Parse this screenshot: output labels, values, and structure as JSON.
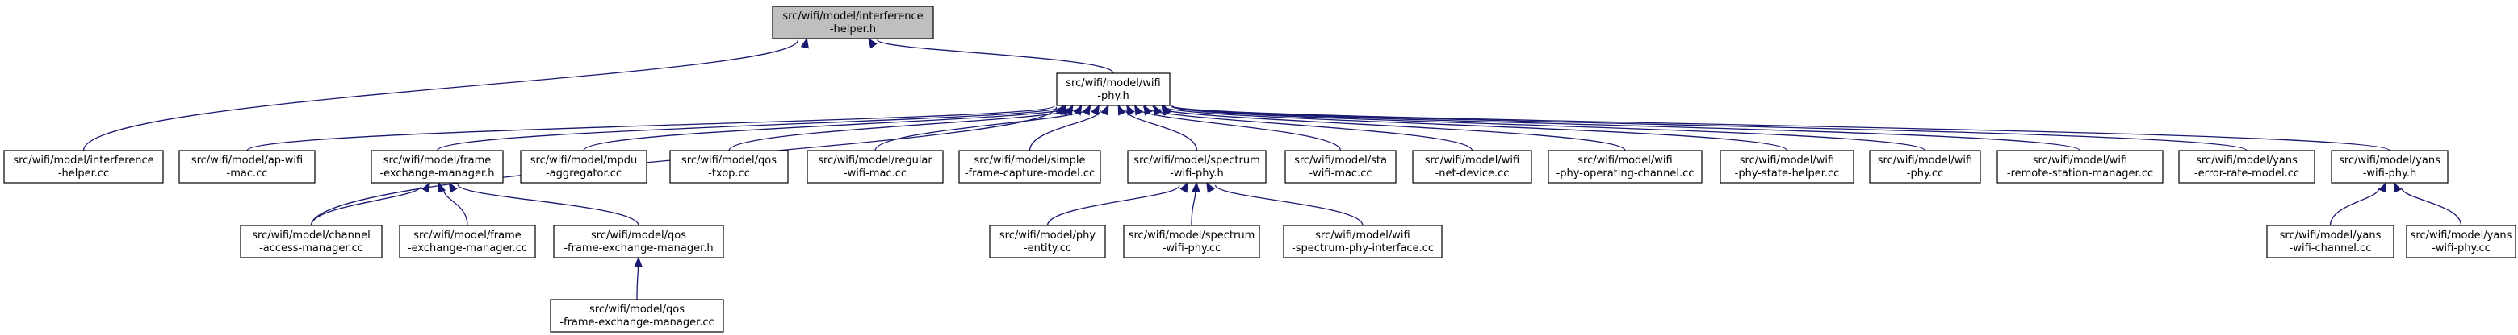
{
  "colors": {
    "edge": "#191970",
    "root_fill": "#bfbfbf",
    "node_fill": "#ffffff",
    "border": "#000000"
  },
  "nodes": [
    {
      "id": "interference-helper-h",
      "lines": [
        "src/wifi/model/interference",
        "-helper.h"
      ],
      "root": true
    },
    {
      "id": "wifi-phy-h",
      "lines": [
        "src/wifi/model/wifi",
        "-phy.h"
      ]
    },
    {
      "id": "interference-helper-cc",
      "lines": [
        "src/wifi/model/interference",
        "-helper.cc"
      ]
    },
    {
      "id": "ap-wifi-mac-cc",
      "lines": [
        "src/wifi/model/ap-wifi",
        "-mac.cc"
      ]
    },
    {
      "id": "frame-exchange-manager-h",
      "lines": [
        "src/wifi/model/frame",
        "-exchange-manager.h"
      ]
    },
    {
      "id": "mpdu-aggregator-cc",
      "lines": [
        "src/wifi/model/mpdu",
        "-aggregator.cc"
      ]
    },
    {
      "id": "qos-txop-cc",
      "lines": [
        "src/wifi/model/qos",
        "-txop.cc"
      ]
    },
    {
      "id": "regular-wifi-mac-cc",
      "lines": [
        "src/wifi/model/regular",
        "-wifi-mac.cc"
      ]
    },
    {
      "id": "simple-frame-capture-model-cc",
      "lines": [
        "src/wifi/model/simple",
        "-frame-capture-model.cc"
      ]
    },
    {
      "id": "spectrum-wifi-phy-h",
      "lines": [
        "src/wifi/model/spectrum",
        "-wifi-phy.h"
      ]
    },
    {
      "id": "sta-wifi-mac-cc",
      "lines": [
        "src/wifi/model/sta",
        "-wifi-mac.cc"
      ]
    },
    {
      "id": "wifi-net-device-cc",
      "lines": [
        "src/wifi/model/wifi",
        "-net-device.cc"
      ]
    },
    {
      "id": "wifi-phy-operating-channel-cc",
      "lines": [
        "src/wifi/model/wifi",
        "-phy-operating-channel.cc"
      ]
    },
    {
      "id": "wifi-phy-state-helper-cc",
      "lines": [
        "src/wifi/model/wifi",
        "-phy-state-helper.cc"
      ]
    },
    {
      "id": "wifi-phy-cc",
      "lines": [
        "src/wifi/model/wifi",
        "-phy.cc"
      ]
    },
    {
      "id": "wifi-remote-station-manager-cc",
      "lines": [
        "src/wifi/model/wifi",
        "-remote-station-manager.cc"
      ]
    },
    {
      "id": "yans-error-rate-model-cc",
      "lines": [
        "src/wifi/model/yans",
        "-error-rate-model.cc"
      ]
    },
    {
      "id": "yans-wifi-phy-h",
      "lines": [
        "src/wifi/model/yans",
        "-wifi-phy.h"
      ]
    },
    {
      "id": "channel-access-manager-cc",
      "lines": [
        "src/wifi/model/channel",
        "-access-manager.cc"
      ]
    },
    {
      "id": "frame-exchange-manager-cc",
      "lines": [
        "src/wifi/model/frame",
        "-exchange-manager.cc"
      ]
    },
    {
      "id": "qos-frame-exchange-manager-h",
      "lines": [
        "src/wifi/model/qos",
        "-frame-exchange-manager.h"
      ]
    },
    {
      "id": "qos-frame-exchange-manager-cc",
      "lines": [
        "src/wifi/model/qos",
        "-frame-exchange-manager.cc"
      ]
    },
    {
      "id": "phy-entity-cc",
      "lines": [
        "src/wifi/model/phy",
        "-entity.cc"
      ]
    },
    {
      "id": "spectrum-wifi-phy-cc",
      "lines": [
        "src/wifi/model/spectrum",
        "-wifi-phy.cc"
      ]
    },
    {
      "id": "wifi-spectrum-phy-interface-cc",
      "lines": [
        "src/wifi/model/wifi",
        "-spectrum-phy-interface.cc"
      ]
    },
    {
      "id": "yans-wifi-channel-cc",
      "lines": [
        "src/wifi/model/yans",
        "-wifi-channel.cc"
      ]
    },
    {
      "id": "yans-wifi-phy-cc",
      "lines": [
        "src/wifi/model/yans",
        "-wifi-phy.cc"
      ]
    }
  ],
  "edges": [
    {
      "from": "interference-helper-cc",
      "to": "interference-helper-h"
    },
    {
      "from": "wifi-phy-h",
      "to": "interference-helper-h"
    },
    {
      "from": "channel-access-manager-cc",
      "to": "wifi-phy-h"
    },
    {
      "from": "ap-wifi-mac-cc",
      "to": "wifi-phy-h"
    },
    {
      "from": "frame-exchange-manager-h",
      "to": "wifi-phy-h"
    },
    {
      "from": "mpdu-aggregator-cc",
      "to": "wifi-phy-h"
    },
    {
      "from": "qos-txop-cc",
      "to": "wifi-phy-h"
    },
    {
      "from": "regular-wifi-mac-cc",
      "to": "wifi-phy-h"
    },
    {
      "from": "simple-frame-capture-model-cc",
      "to": "wifi-phy-h"
    },
    {
      "from": "spectrum-wifi-phy-h",
      "to": "wifi-phy-h"
    },
    {
      "from": "sta-wifi-mac-cc",
      "to": "wifi-phy-h"
    },
    {
      "from": "wifi-net-device-cc",
      "to": "wifi-phy-h"
    },
    {
      "from": "wifi-phy-operating-channel-cc",
      "to": "wifi-phy-h"
    },
    {
      "from": "wifi-phy-state-helper-cc",
      "to": "wifi-phy-h"
    },
    {
      "from": "wifi-phy-cc",
      "to": "wifi-phy-h"
    },
    {
      "from": "wifi-remote-station-manager-cc",
      "to": "wifi-phy-h"
    },
    {
      "from": "yans-error-rate-model-cc",
      "to": "wifi-phy-h"
    },
    {
      "from": "yans-wifi-phy-h",
      "to": "wifi-phy-h"
    },
    {
      "from": "channel-access-manager-cc",
      "to": "frame-exchange-manager-h"
    },
    {
      "from": "frame-exchange-manager-cc",
      "to": "frame-exchange-manager-h"
    },
    {
      "from": "qos-frame-exchange-manager-h",
      "to": "frame-exchange-manager-h"
    },
    {
      "from": "qos-frame-exchange-manager-cc",
      "to": "qos-frame-exchange-manager-h"
    },
    {
      "from": "phy-entity-cc",
      "to": "spectrum-wifi-phy-h"
    },
    {
      "from": "spectrum-wifi-phy-cc",
      "to": "spectrum-wifi-phy-h"
    },
    {
      "from": "wifi-spectrum-phy-interface-cc",
      "to": "spectrum-wifi-phy-h"
    },
    {
      "from": "yans-wifi-channel-cc",
      "to": "yans-wifi-phy-h"
    },
    {
      "from": "yans-wifi-phy-cc",
      "to": "yans-wifi-phy-h"
    }
  ]
}
